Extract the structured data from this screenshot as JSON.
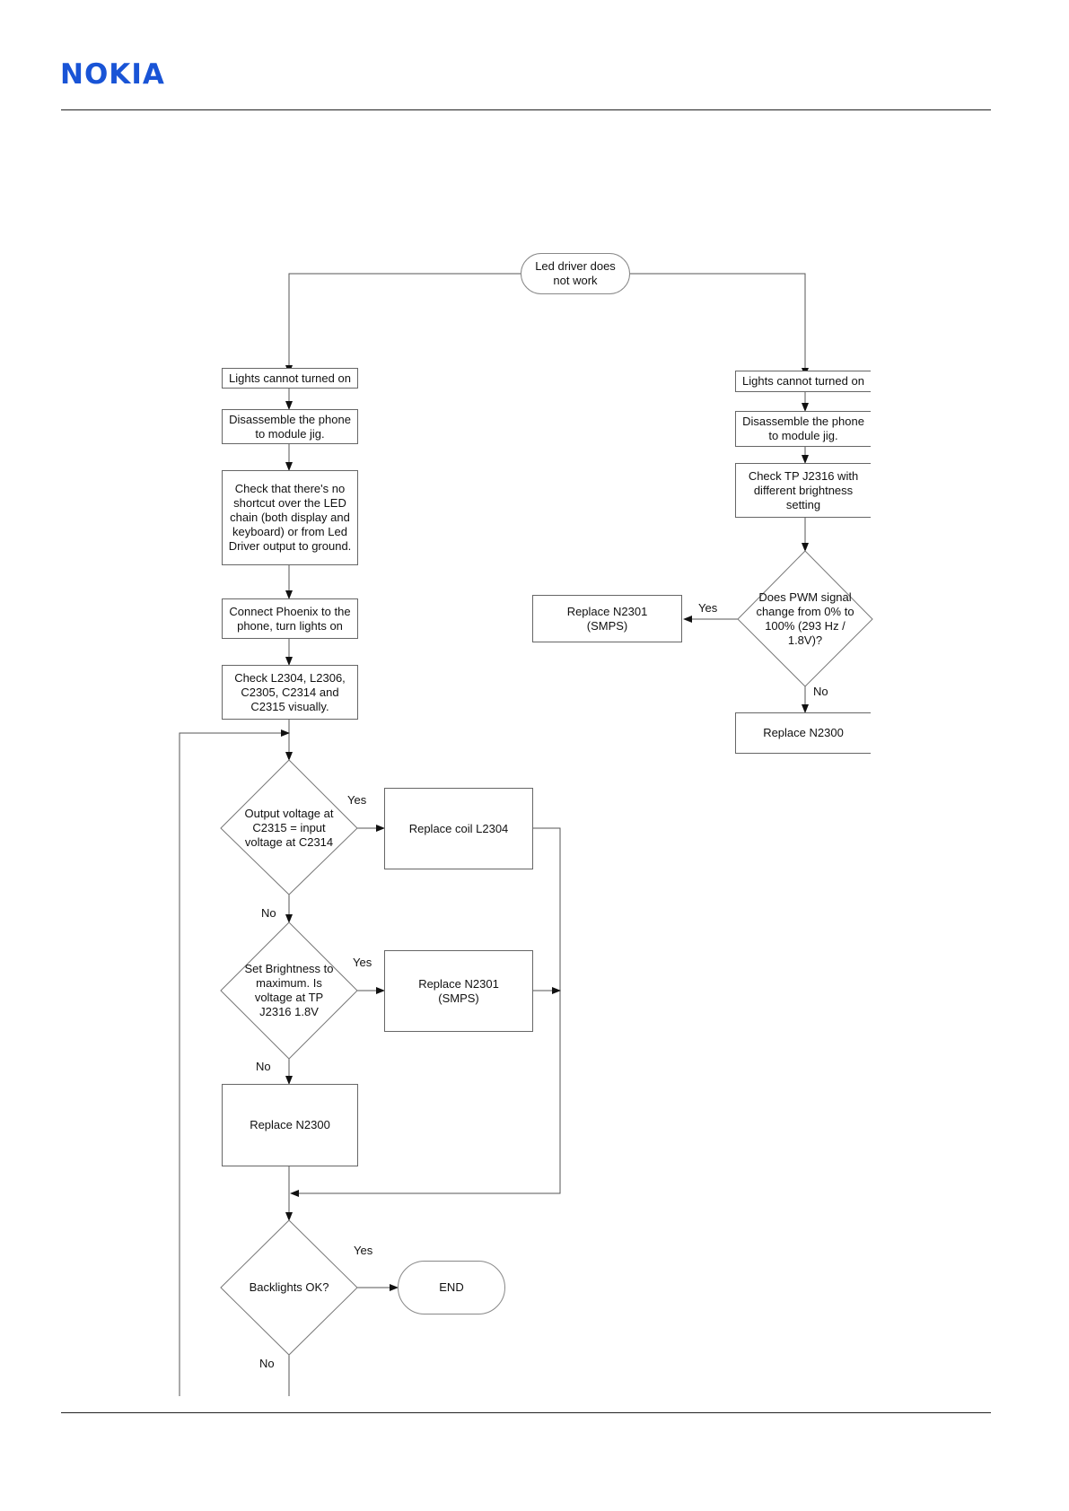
{
  "brand": {
    "logo_text": "NOKIA",
    "color": "#1954d6"
  },
  "flowchart": {
    "start": "Led driver does not work",
    "left": {
      "lights_off": "Lights cannot turned on",
      "disassemble": "Disassemble the phone to module jig.",
      "check_shortcut": "Check that there's no shortcut over the LED chain (both display and keyboard) or from Led Driver output to ground.",
      "connect_phoenix": "Connect Phoenix to the phone, turn lights on",
      "check_visually": "Check L2304, L2306, C2305, C2314 and C2315 visually.",
      "q_output_voltage": "Output voltage at C2315 = input voltage at C2314",
      "replace_coil": "Replace coil L2304",
      "q_brightness": "Set Brightness to maximum. Is voltage at TP J2316 1.8V",
      "replace_n2301": "Replace N2301 (SMPS)",
      "replace_n2300": "Replace N2300",
      "q_backlights": "Backlights OK?",
      "end": "END"
    },
    "right": {
      "lights_off": "Lights cannot turned on",
      "disassemble": "Disassemble the phone to module jig.",
      "check_tp": "Check TP J2316 with different brightness setting",
      "q_pwm": "Does PWM signal change from 0% to 100% (293 Hz / 1.8V)?",
      "replace_n2301": "Replace N2301 (SMPS)",
      "replace_n2300": "Replace N2300"
    },
    "labels": {
      "yes": "Yes",
      "no": "No"
    }
  }
}
